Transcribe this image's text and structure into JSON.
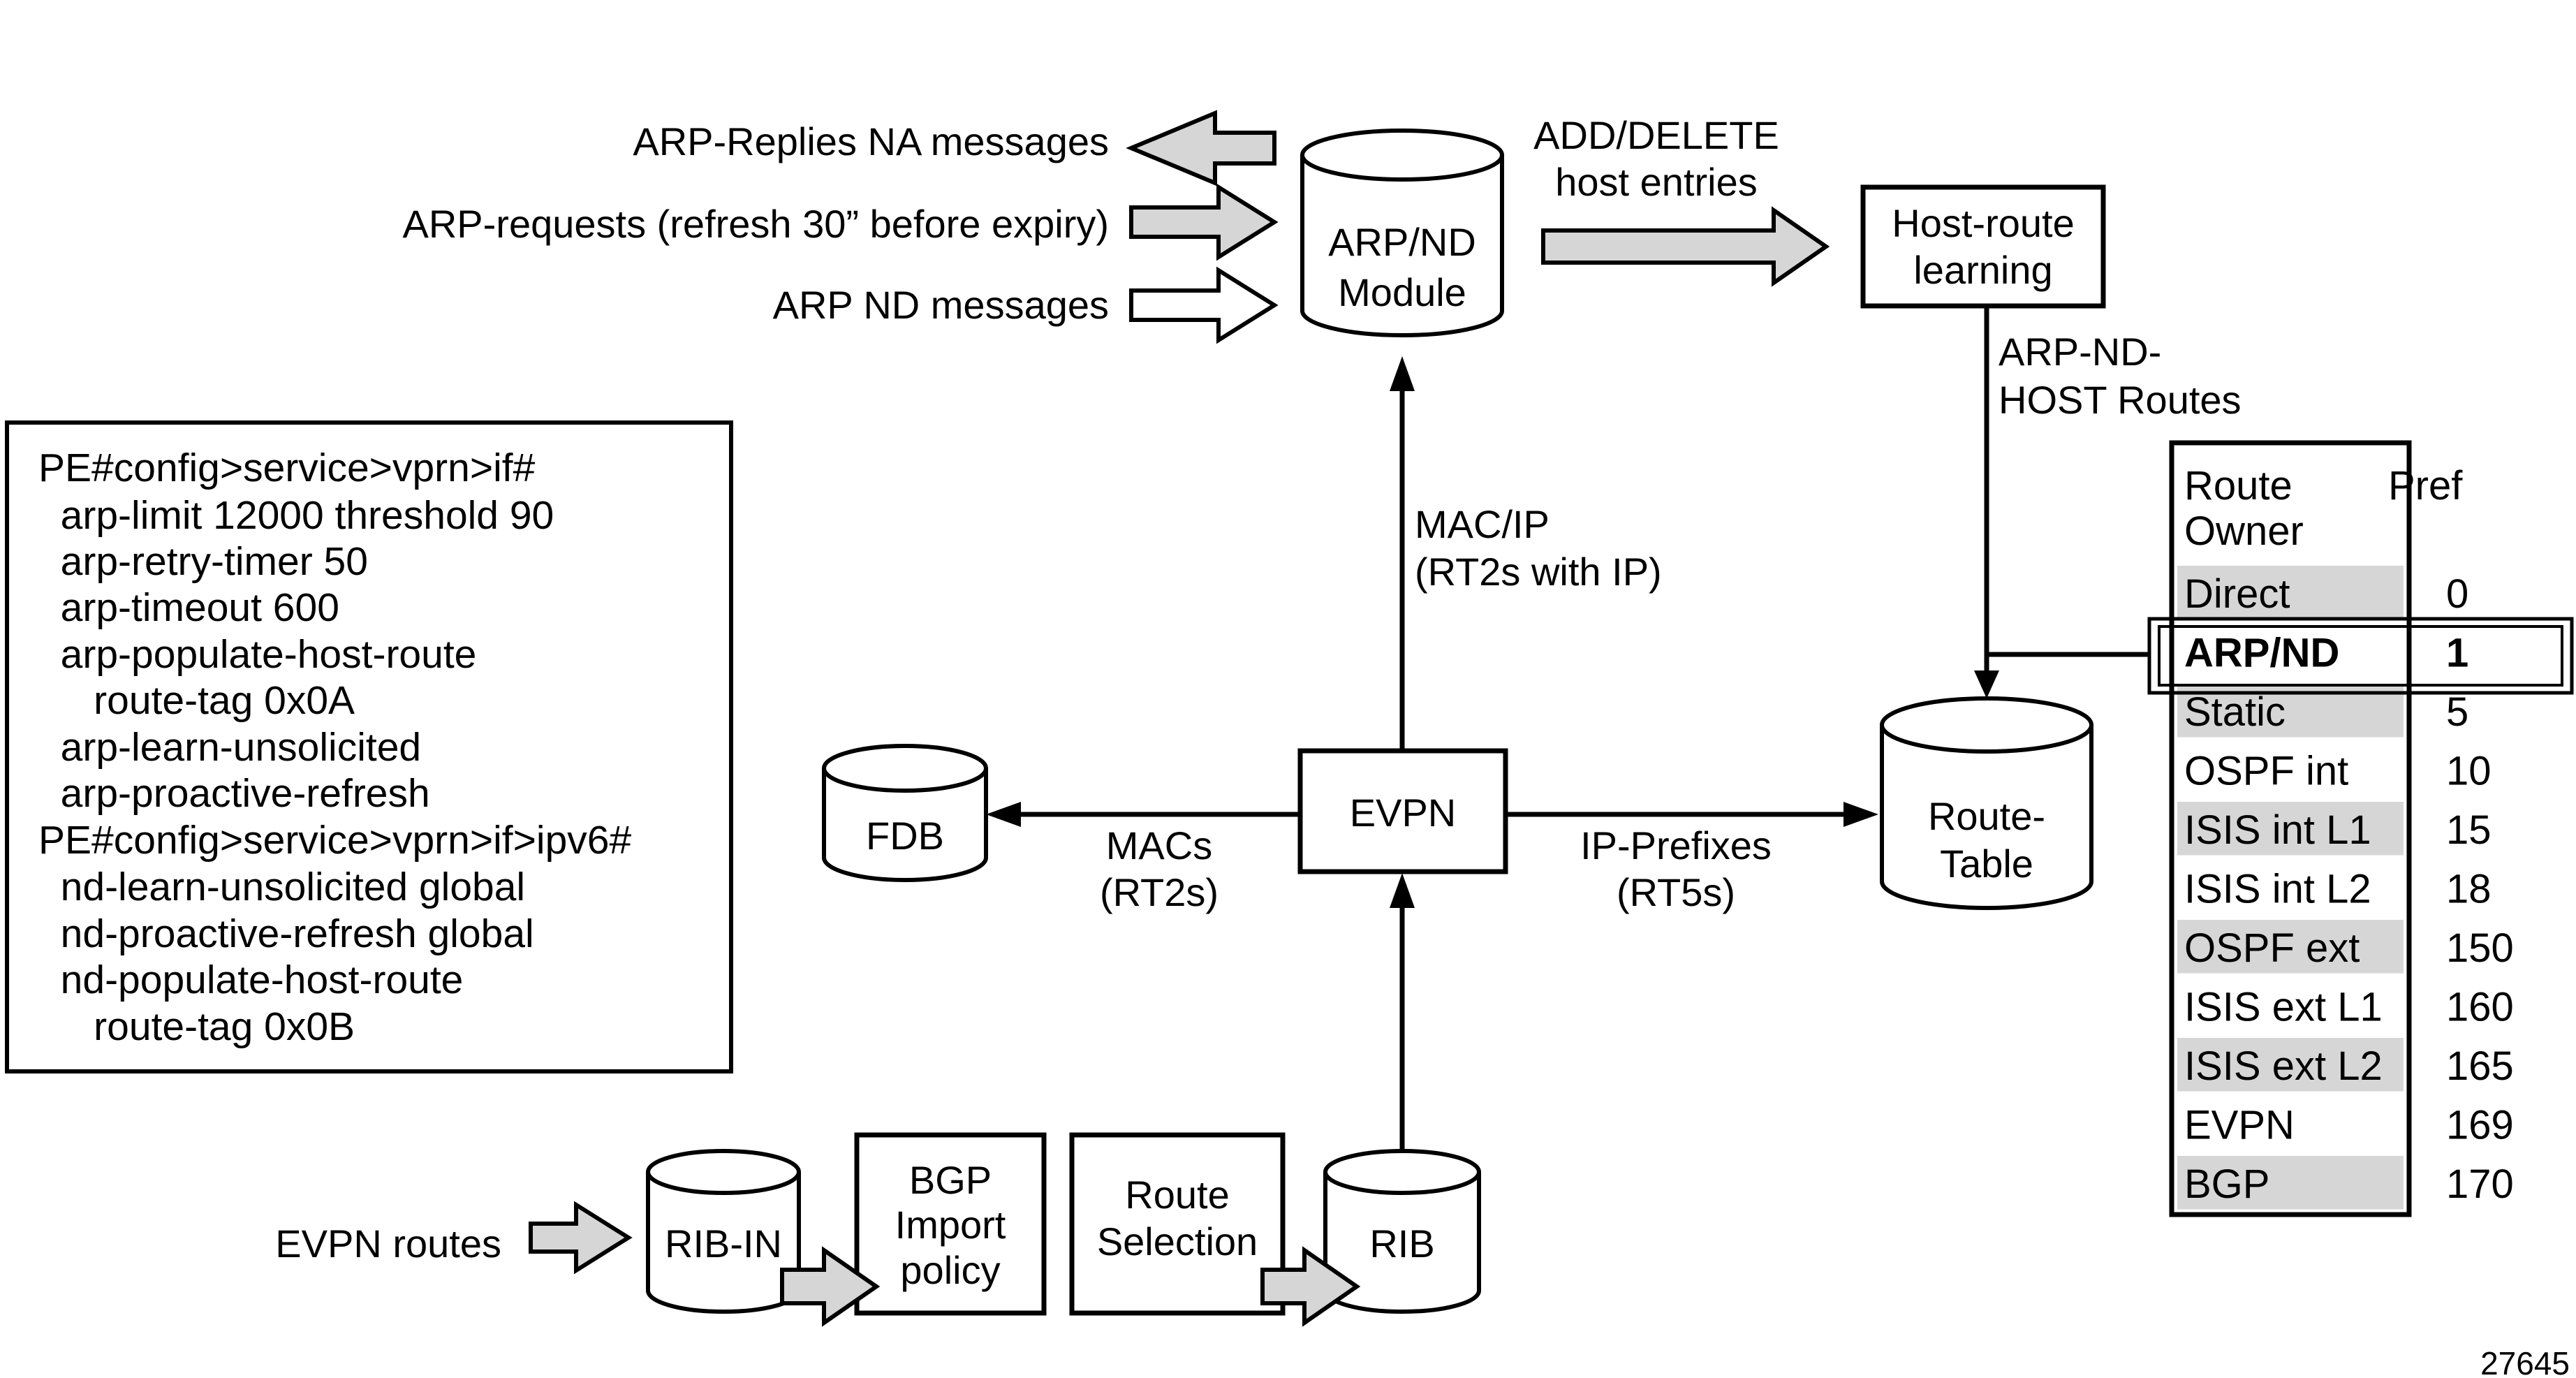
{
  "diagram": {
    "arp_messages": {
      "replies": "ARP-Replies NA messages",
      "requests": "ARP-requests (refresh 30” before expiry)",
      "nd": "ARP ND messages"
    },
    "arp_nd_module": [
      "ARP/ND",
      "Module"
    ],
    "add_delete": [
      "ADD/DELETE",
      "host entries"
    ],
    "host_route_learning": [
      "Host-route",
      "learning"
    ],
    "arp_nd_host_routes": [
      "ARP-ND-",
      "HOST Routes"
    ],
    "config_lines": [
      "PE#config>service>vprn>if#",
      "  arp-limit 12000 threshold 90",
      "  arp-retry-timer 50",
      "  arp-timeout 600",
      "  arp-populate-host-route",
      "     route-tag 0x0A",
      "  arp-learn-unsolicited",
      "  arp-proactive-refresh",
      "PE#config>service>vprn>if>ipv6#",
      "  nd-learn-unsolicited global",
      "  nd-proactive-refresh global",
      "  nd-populate-host-route",
      "     route-tag 0x0B"
    ],
    "mac_ip": [
      "MAC/IP",
      "(RT2s with IP)"
    ],
    "fdb": "FDB",
    "evpn": "EVPN",
    "macs": [
      "MACs",
      "(RT2s)"
    ],
    "ip_prefixes": [
      "IP-Prefixes",
      "(RT5s)"
    ],
    "route_table": [
      "Route-",
      "Table"
    ],
    "evpn_routes": "EVPN routes",
    "rib_in": "RIB-IN",
    "bgp_import_policy": [
      "BGP",
      "Import",
      "policy"
    ],
    "route_selection": [
      "Route",
      "Selection"
    ],
    "rib": "RIB",
    "preference_table": {
      "header_owner": [
        "Route",
        "Owner"
      ],
      "header_pref": "Pref",
      "rows": [
        {
          "owner": "Direct",
          "pref": "0",
          "shaded": true
        },
        {
          "owner": "ARP/ND",
          "pref": "1",
          "highlighted": true
        },
        {
          "owner": "Static",
          "pref": "5",
          "shaded": true
        },
        {
          "owner": "OSPF int",
          "pref": "10",
          "shaded": false
        },
        {
          "owner": "ISIS int L1",
          "pref": "15",
          "shaded": true
        },
        {
          "owner": "ISIS int L2",
          "pref": "18",
          "shaded": false
        },
        {
          "owner": "OSPF ext",
          "pref": "150",
          "shaded": true
        },
        {
          "owner": "ISIS ext L1",
          "pref": "160",
          "shaded": false
        },
        {
          "owner": "ISIS ext L2",
          "pref": "165",
          "shaded": true
        },
        {
          "owner": "EVPN",
          "pref": "169",
          "shaded": false
        },
        {
          "owner": "BGP",
          "pref": "170",
          "shaded": true
        }
      ]
    },
    "figure_number": "27645",
    "colors": {
      "stroke": "#000000",
      "shade": "#d6d6d6",
      "fill": "#ffffff"
    }
  }
}
